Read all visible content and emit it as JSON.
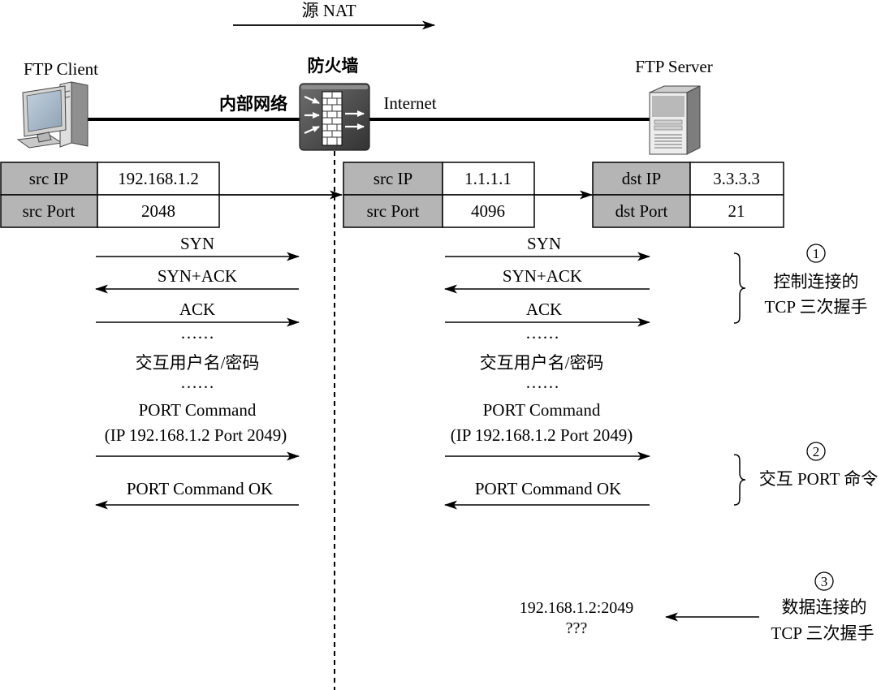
{
  "header": {
    "nat_label": "源 NAT"
  },
  "nodes": {
    "client": {
      "label": "FTP Client",
      "icon": "desktop-computer-icon"
    },
    "firewall": {
      "label": "防火墙",
      "icon": "firewall-icon"
    },
    "server": {
      "label": "FTP Server",
      "icon": "server-tower-icon"
    }
  },
  "links": {
    "inner_network": "内部网络",
    "internet": "Internet"
  },
  "tables": [
    {
      "rows": [
        {
          "key": "src IP",
          "value": "192.168.1.2"
        },
        {
          "key": "src Port",
          "value": "2048"
        }
      ]
    },
    {
      "rows": [
        {
          "key": "src IP",
          "value": "1.1.1.1"
        },
        {
          "key": "src Port",
          "value": "4096"
        }
      ]
    },
    {
      "rows": [
        {
          "key": "dst IP",
          "value": "3.3.3.3"
        },
        {
          "key": "dst Port",
          "value": "21"
        }
      ]
    }
  ],
  "flows": {
    "client_side": {
      "syn": "SYN",
      "syn_ack": "SYN+ACK",
      "ack": "ACK",
      "ellipsis_1": "……",
      "credentials": "交互用户名/密码",
      "ellipsis_2": "……",
      "port_command": "PORT Command",
      "port_command_args": "(IP 192.168.1.2 Port 2049)",
      "port_command_ok": "PORT Command OK"
    },
    "server_side": {
      "syn": "SYN",
      "syn_ack": "SYN+ACK",
      "ack": "ACK",
      "ellipsis_1": "……",
      "credentials": "交互用户名/密码",
      "ellipsis_2": "……",
      "port_command": "PORT Command",
      "port_command_args": "(IP 192.168.1.2 Port 2049)",
      "port_command_ok": "PORT Command OK"
    }
  },
  "annotations": [
    {
      "number": "1",
      "line1": "控制连接的",
      "line2": "TCP 三次握手"
    },
    {
      "number": "2",
      "line1": "交互 PORT 命令"
    },
    {
      "number": "3",
      "line1": "数据连接的",
      "line2": "TCP 三次握手"
    }
  ],
  "data_connection": {
    "address": "192.168.1.2:2049",
    "status": "???"
  },
  "colors": {
    "table_key_fill": "#b5b5b5",
    "table_value_fill": "#ffffff",
    "ink": "#000000"
  }
}
